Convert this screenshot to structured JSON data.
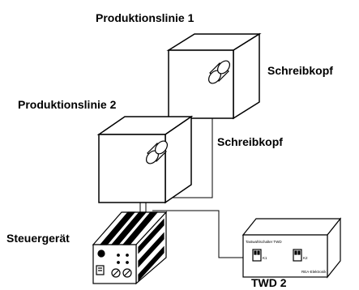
{
  "labels": {
    "line1": "Produktionslinie 1",
    "line2": "Produktionslinie 2",
    "head1": "Schreibkopf",
    "head2": "Schreibkopf",
    "controller": "Steuergerät",
    "twd": "TWD 2"
  },
  "twd_box": {
    "title": "Tastwahlschalter TWD",
    "switch1": "K1",
    "switch2": "K2",
    "brand": "REA-Elektronik"
  }
}
